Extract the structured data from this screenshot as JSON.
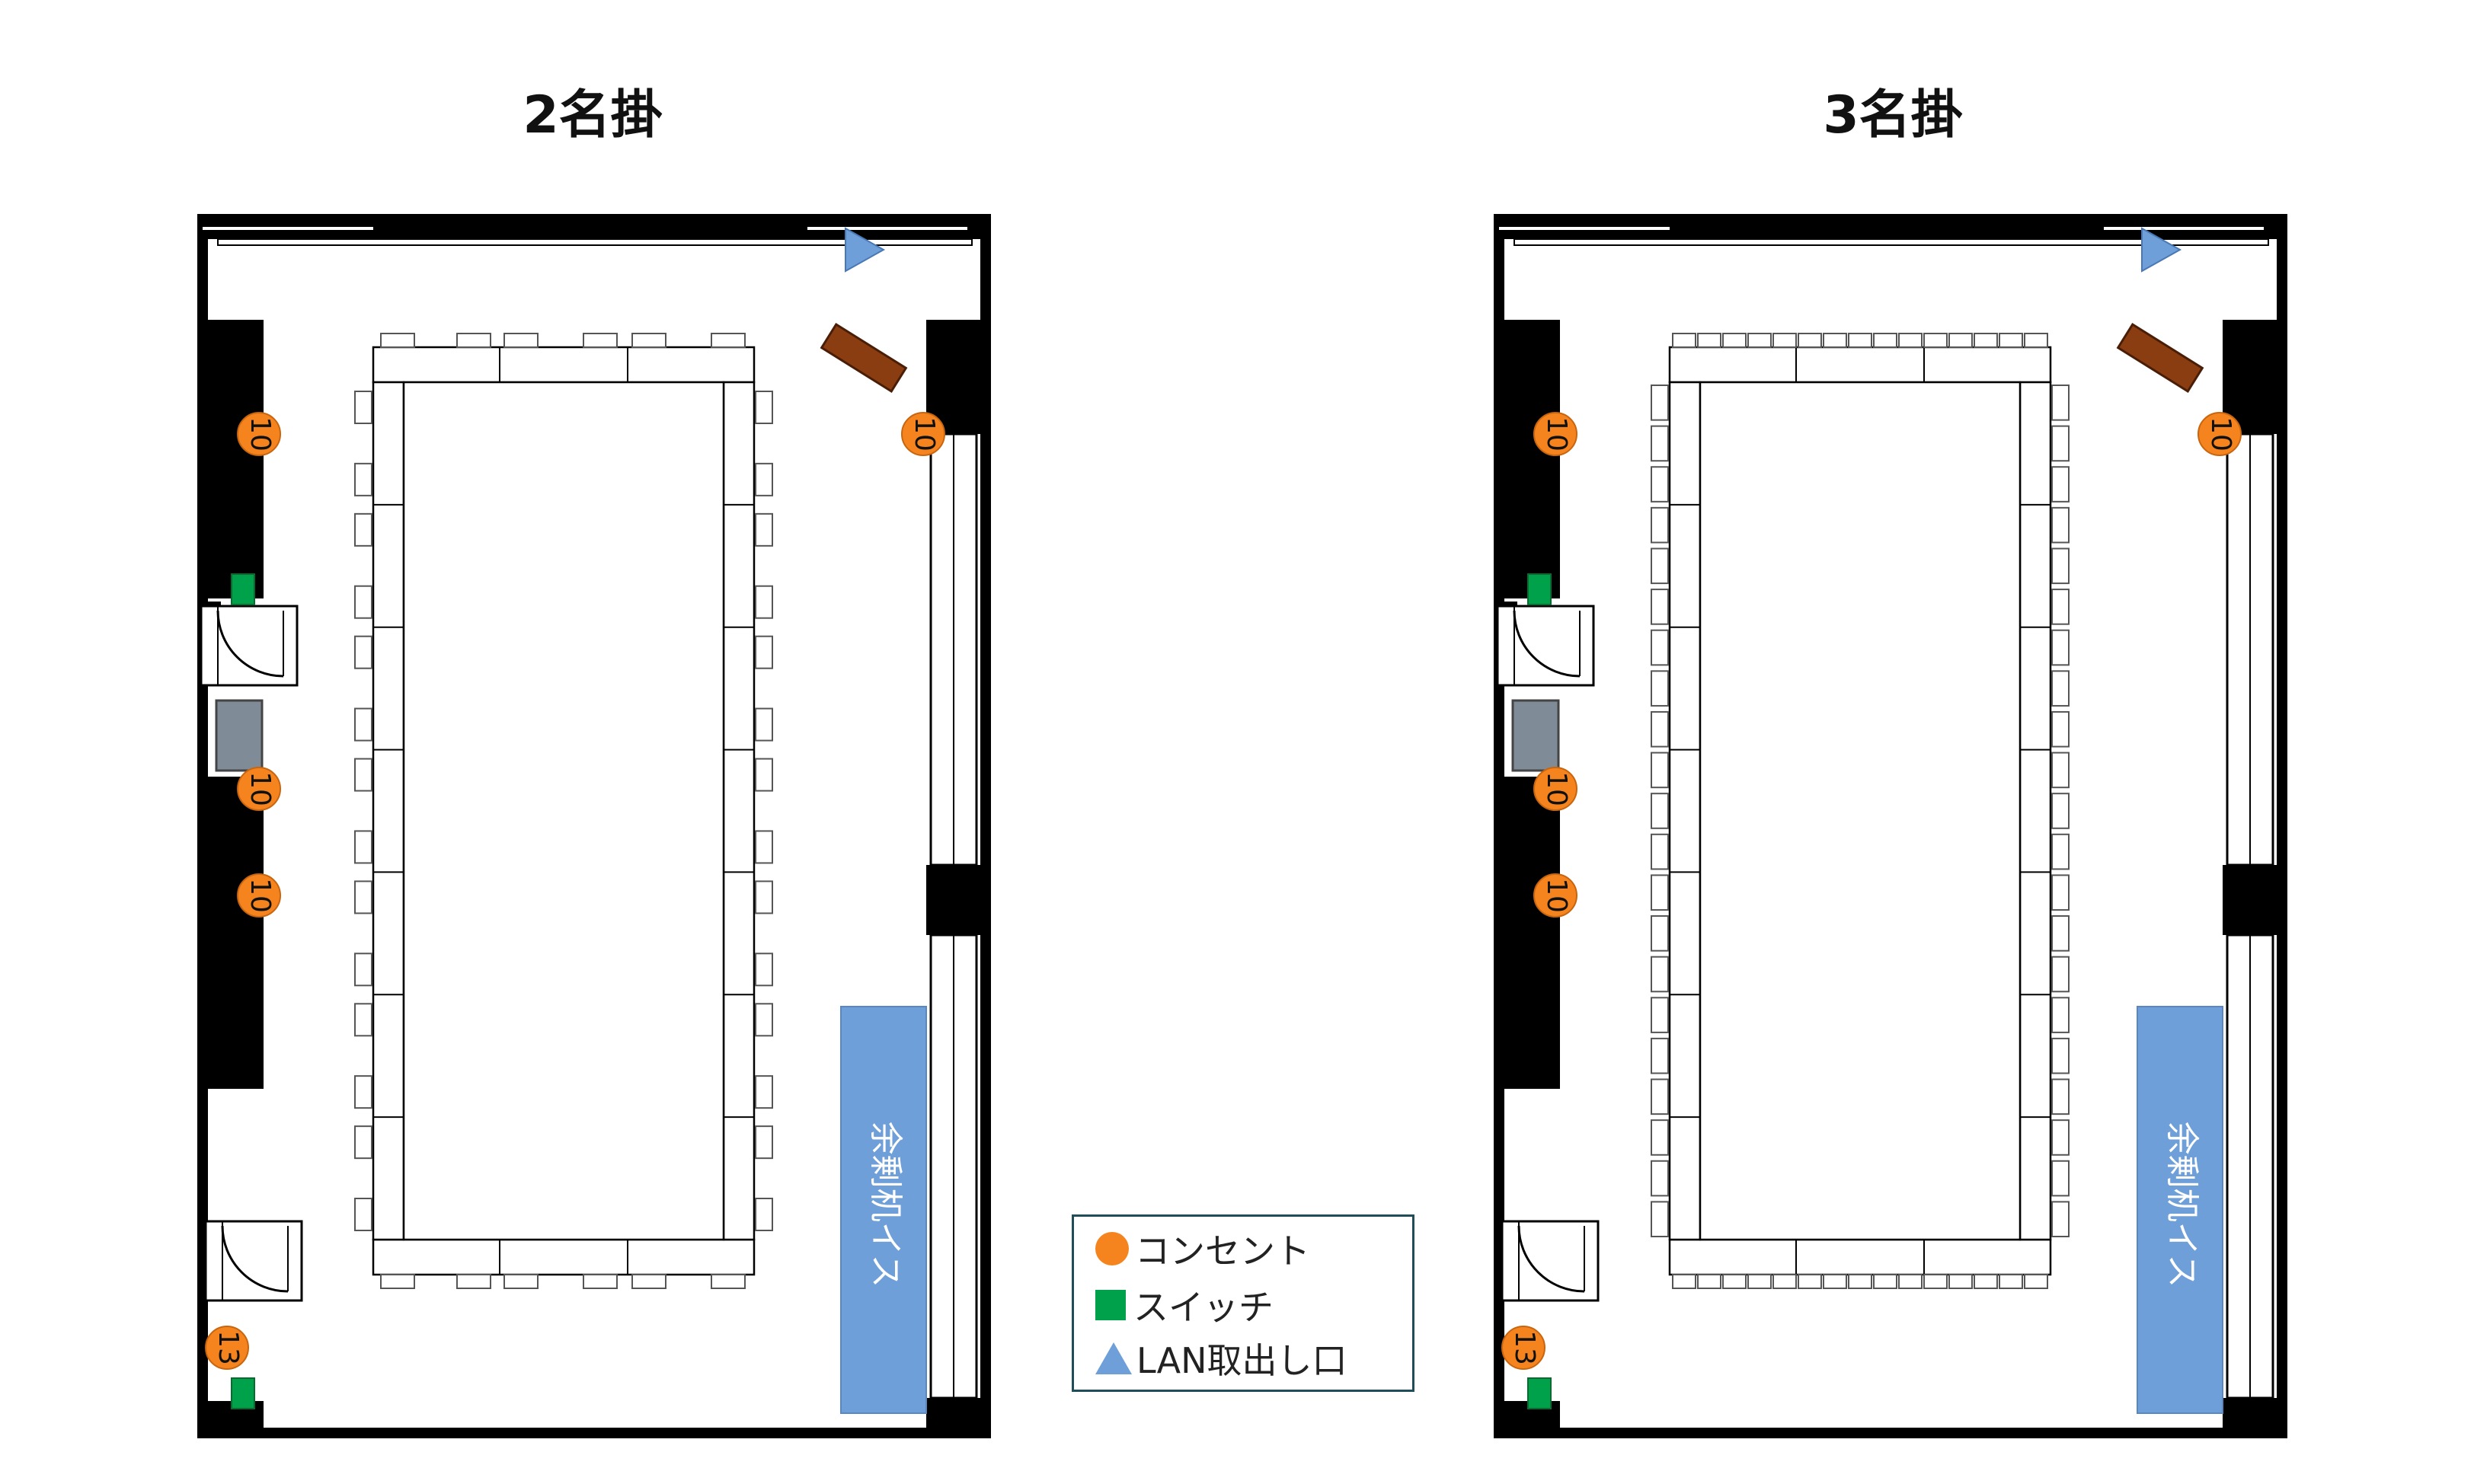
{
  "titles": [
    "2名掛",
    "3名掛"
  ],
  "outlets": {
    "left": [
      "10",
      "10",
      "10",
      "10",
      "13"
    ],
    "right": [
      "10",
      "10",
      "10",
      "10",
      "13"
    ]
  },
  "spare_label": "余剰机イス",
  "legend": {
    "outlet": "コンセント",
    "switch": "スイッチ",
    "lan": "LAN取出し口"
  },
  "colors": {
    "outlet": "#f5841f",
    "switch": "#00a14b",
    "lan": "#6f9fd8",
    "spare": "#6f9fd8",
    "shelf": "#8b3d12",
    "cabinet": "#7f8c97"
  }
}
